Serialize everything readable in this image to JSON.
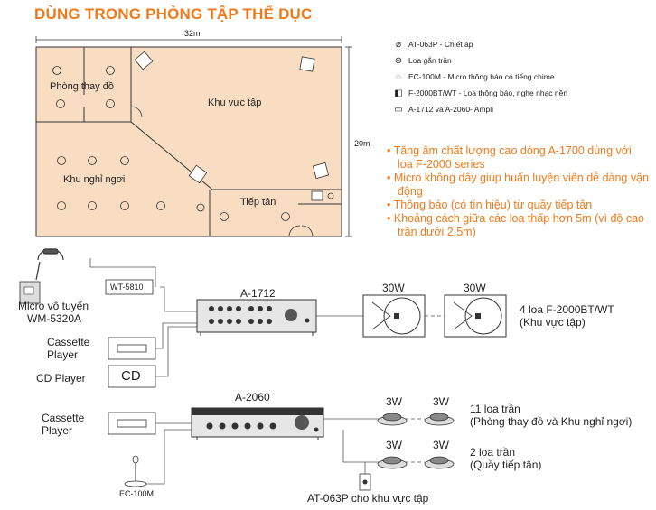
{
  "title": "DÙNG TRONG PHÒNG TẬP THỂ DỤC",
  "floorplan": {
    "width_label": "32m",
    "height_label": "20m",
    "rooms": {
      "changing": "Phòng thay đồ",
      "training": "Khu vực tập",
      "rest": "Khu nghỉ ngơi",
      "reception": "Tiếp tân"
    }
  },
  "legend": [
    {
      "icon": "attenuator-icon",
      "text": "AT-063P - Chiết áp"
    },
    {
      "icon": "ceiling-speaker-icon",
      "text": "Loa gắn trần"
    },
    {
      "icon": "microphone-icon",
      "text": "EC-100M - Micro thông báo có tiếng chime"
    },
    {
      "icon": "wall-speaker-icon",
      "text": "F-2000BT/WT - Loa thông báo, nghe nhạc nền"
    },
    {
      "icon": "amplifier-icon",
      "text": "A-1712 và A-2060- Ampli"
    }
  ],
  "bullets": [
    "Tăng âm chất lượng cao dòng A-1700 dùng với loa F-2000 series",
    "Micro không dây giúp huấn luyện viên dễ dàng vận động",
    "Thông báo (có tín hiệu) từ quầy tiếp tân",
    "Khoảng cách giữa các loa thấp hơn 5m (vì độ cao trần dưới 2.5m)"
  ],
  "wiring": {
    "wireless_receiver": "WT-5810",
    "wireless_mic": "Micro vô tuyến",
    "wireless_mic_model": "WM-5320A",
    "amp1": "A-1712",
    "amp2": "A-2060",
    "cassette1": "Cassette\nPlayer",
    "cd_player": "CD Player",
    "cd_text": "CD",
    "cassette2": "Cassette\nPlayer",
    "ec_mic": "EC-100M",
    "speaker_power": "30W",
    "speaker_power2": "30W",
    "wall_speaker_desc": "4 loa F-2000BT/WT\n(Khu vực tập)",
    "ceiling_power": "3W",
    "ceiling_group1": "11 loa trần\n(Phòng thay đồ và Khu nghỉ ngơi)",
    "ceiling_group2": "2 loa trần\n(Quầy tiếp tân)",
    "attenuator_label": "AT-063P cho khu vực tập"
  }
}
